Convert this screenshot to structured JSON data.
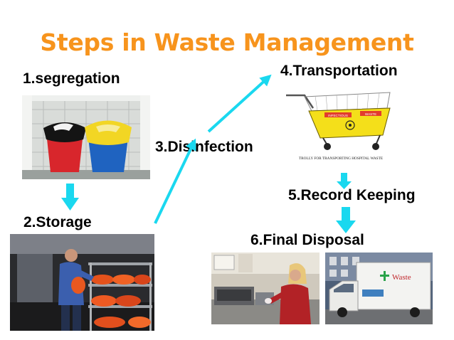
{
  "title": "Steps in Waste Management",
  "steps": {
    "s1": "1.segregation",
    "s2": "2.Storage",
    "s3": "3.Disinfection",
    "s4": "4.Transportation",
    "s5": "5.Record Keeping",
    "s6": "6.Final Disposal"
  },
  "trolley": {
    "caption": "TROLLY FOR TRANSPORTING HOSPITAL WASTE",
    "sign_left": "INFECTIOUS",
    "sign_right": "WASTE"
  },
  "truck_sign": "Waste",
  "colors": {
    "title": "#f7941d",
    "arrow": "#1ad8ef",
    "text": "#000000"
  }
}
